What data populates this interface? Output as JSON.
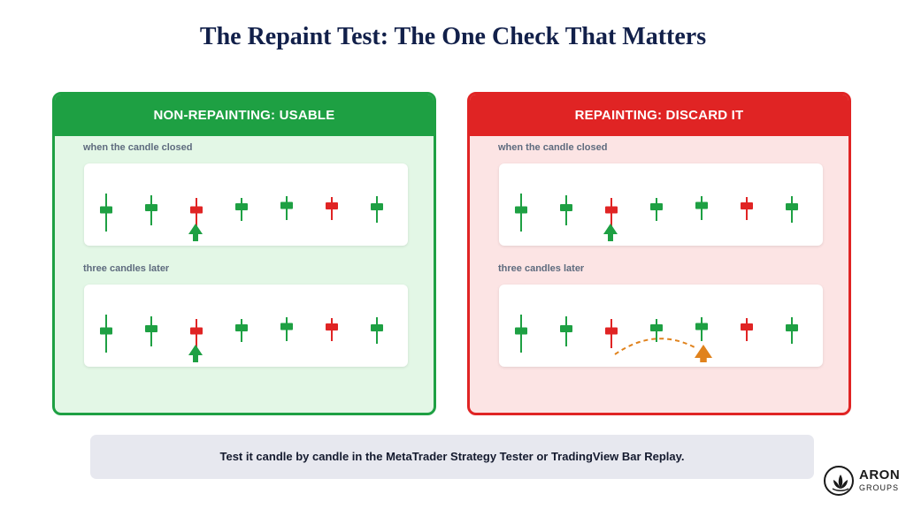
{
  "title": "The Repaint Test: The One Check That Matters",
  "panels": {
    "left": {
      "header": "NON-REPAINTING: USABLE",
      "caption_top": "when the candle closed",
      "caption_bottom": "three candles later",
      "candles_top": [
        {
          "color": "green",
          "body": [
            40,
            65
          ]
        },
        {
          "color": "green",
          "body": [
            42,
            58
          ]
        },
        {
          "color": "red",
          "body": [
            45,
            60
          ]
        },
        {
          "color": "green",
          "body": [
            45,
            53
          ]
        },
        {
          "color": "green",
          "body": [
            43,
            52
          ]
        },
        {
          "color": "red",
          "body": [
            44,
            52
          ]
        },
        {
          "color": "green",
          "body": [
            43,
            55
          ]
        }
      ],
      "signal_top": {
        "candle": 2,
        "color": "green"
      },
      "candles_bottom": [
        {
          "color": "green",
          "body": [
            40,
            65
          ]
        },
        {
          "color": "green",
          "body": [
            42,
            58
          ]
        },
        {
          "color": "red",
          "body": [
            45,
            60
          ]
        },
        {
          "color": "green",
          "body": [
            45,
            53
          ]
        },
        {
          "color": "green",
          "body": [
            43,
            52
          ]
        },
        {
          "color": "red",
          "body": [
            44,
            52
          ]
        },
        {
          "color": "green",
          "body": [
            43,
            55
          ]
        }
      ],
      "signal_bottom": {
        "candle": 2,
        "color": "green"
      }
    },
    "right": {
      "header": "REPAINTING: DISCARD IT",
      "caption_top": "when the candle closed",
      "caption_bottom": "three candles later",
      "candles_top": [
        {
          "color": "green",
          "body": [
            40,
            65
          ]
        },
        {
          "color": "green",
          "body": [
            42,
            58
          ]
        },
        {
          "color": "red",
          "body": [
            45,
            60
          ]
        },
        {
          "color": "green",
          "body": [
            45,
            53
          ]
        },
        {
          "color": "green",
          "body": [
            43,
            52
          ]
        },
        {
          "color": "red",
          "body": [
            44,
            52
          ]
        },
        {
          "color": "green",
          "body": [
            43,
            55
          ]
        }
      ],
      "signal_top": {
        "candle": 2,
        "color": "green"
      },
      "candles_bottom": [
        {
          "color": "green",
          "body": [
            40,
            65
          ]
        },
        {
          "color": "green",
          "body": [
            42,
            58
          ]
        },
        {
          "color": "red",
          "body": [
            45,
            60
          ]
        },
        {
          "color": "green",
          "body": [
            45,
            53
          ]
        },
        {
          "color": "green",
          "body": [
            43,
            52
          ]
        },
        {
          "color": "red",
          "body": [
            44,
            52
          ]
        },
        {
          "color": "green",
          "body": [
            43,
            55
          ]
        }
      ],
      "signal_bottom": {
        "candle": 4,
        "color": "orange",
        "moved_from": 2
      }
    }
  },
  "footer": "Test it candle by candle in the MetaTrader Strategy Tester or TradingView Bar Replay.",
  "logo": {
    "name": "ARON",
    "sub": "GROUPS",
    "icon": "lotus-icon"
  },
  "colors": {
    "green": "#1ea043",
    "red": "#e02424",
    "orange": "#e0821c",
    "title": "#12204a"
  }
}
